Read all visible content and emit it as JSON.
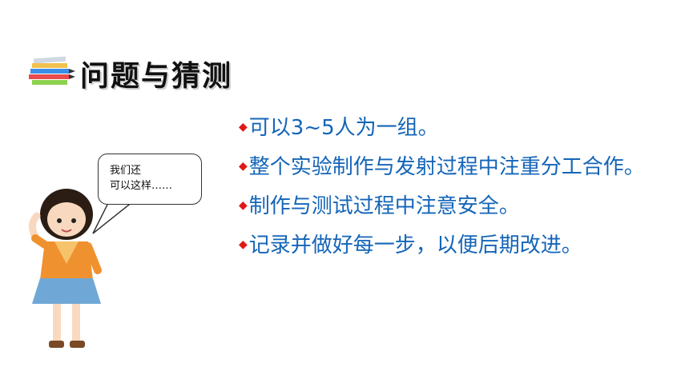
{
  "header": {
    "title": "问题与猜测"
  },
  "bullets": [
    {
      "text": "可以3~5人为一组。"
    },
    {
      "text": "整个实验制作与发射过程中注重分工合作。"
    },
    {
      "text": "制作与测试过程中注意安全。"
    },
    {
      "text": "记录并做好每一步，以便后期改进。"
    }
  ],
  "speech": {
    "line1": "我们还",
    "line2": "可以这样……"
  },
  "colors": {
    "bullet_text": "#1465b8",
    "bullet_marker": "#e01818",
    "title": "#111111"
  },
  "icons": {
    "header": "stacked-pencils-icon",
    "bullet": "diamond-icon"
  }
}
